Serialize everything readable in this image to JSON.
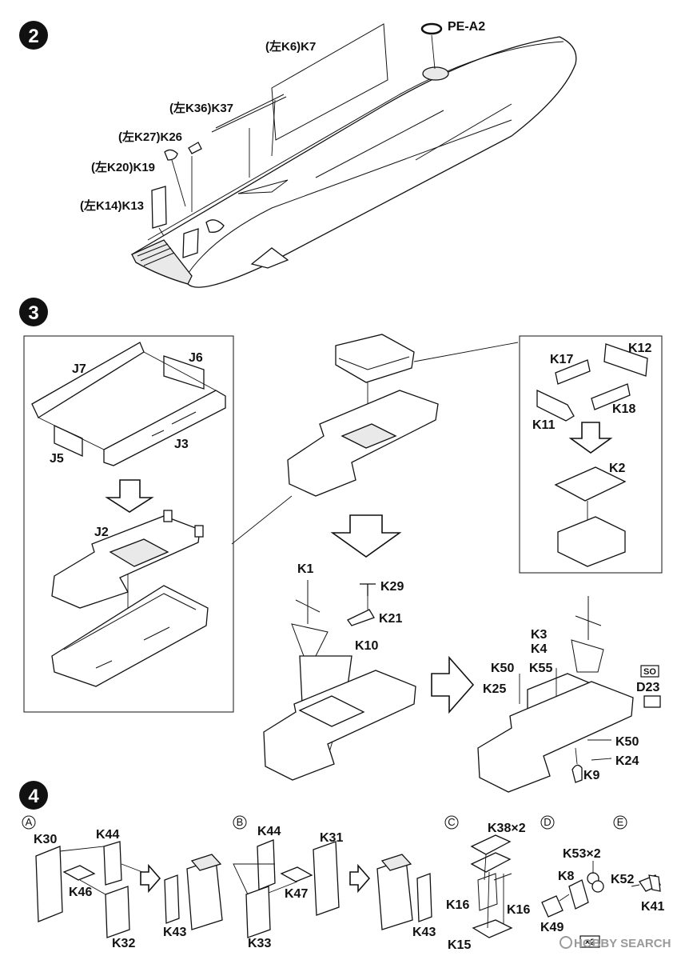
{
  "steps": [
    {
      "number": "2"
    },
    {
      "number": "3"
    },
    {
      "number": "4"
    }
  ],
  "step2": {
    "labels": {
      "pe_a2": "PE-A2",
      "k7": "(左K6)K7",
      "k37": "(左K36)K37",
      "k26": "(左K27)K26",
      "k19": "(左K20)K19",
      "k13": "(左K14)K13"
    }
  },
  "step3": {
    "left_box": {
      "j7": "J7",
      "j6": "J6",
      "j5": "J5",
      "j3": "J3",
      "j2": "J2"
    },
    "right_box": {
      "k17": "K17",
      "k12": "K12",
      "k11": "K11",
      "k18": "K18",
      "k2": "K2"
    },
    "mast": {
      "k1": "K1",
      "k29": "K29",
      "k21": "K21",
      "k10": "K10"
    },
    "final": {
      "k3": "K3",
      "k4": "K4",
      "k50a": "K50",
      "k55": "K55",
      "k25": "K25",
      "so": "SO",
      "d23": "D23",
      "k50b": "K50",
      "k24": "K24",
      "k9": "K9"
    }
  },
  "step4": {
    "groups": [
      {
        "id": "A",
        "labels": {
          "k30": "K30",
          "k44": "K44",
          "k46": "K46",
          "k32": "K32",
          "k43": "K43"
        }
      },
      {
        "id": "B",
        "labels": {
          "k44": "K44",
          "k31": "K31",
          "k47": "K47",
          "k33": "K33",
          "k43": "K43"
        }
      },
      {
        "id": "C",
        "labels": {
          "k38": "K38×2",
          "k16a": "K16",
          "k16b": "K16",
          "k15": "K15"
        }
      },
      {
        "id": "D",
        "labels": {
          "k53": "K53×2",
          "k8": "K8",
          "k49": "K49"
        }
      },
      {
        "id": "E",
        "labels": {
          "k52": "K52",
          "k41": "K41"
        }
      }
    ],
    "badge": "×2"
  },
  "watermark": {
    "text": "HOBBY SEARCH"
  }
}
